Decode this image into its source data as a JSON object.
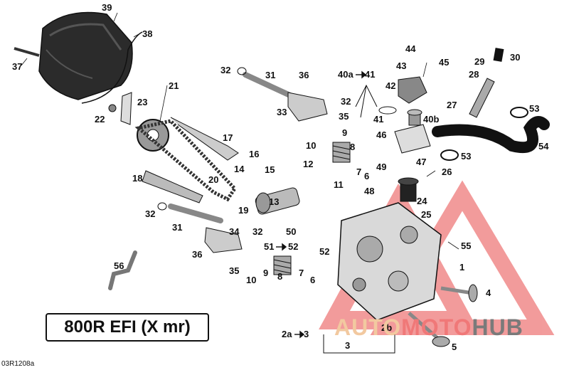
{
  "model_label": "800R EFI (X mr)",
  "diagram_code": "03R1208a",
  "watermark": {
    "part1": "AUTO",
    "part2": "MOTO",
    "part3": "HUB"
  },
  "callouts": [
    {
      "id": "39",
      "text": "39"
    },
    {
      "id": "38",
      "text": "38"
    },
    {
      "id": "37",
      "text": "37"
    },
    {
      "id": "23",
      "text": "23"
    },
    {
      "id": "22",
      "text": "22"
    },
    {
      "id": "21",
      "text": "21"
    },
    {
      "id": "32a",
      "text": "32"
    },
    {
      "id": "31a",
      "text": "31"
    },
    {
      "id": "36a",
      "text": "36"
    },
    {
      "id": "32b",
      "text": "32"
    },
    {
      "id": "33",
      "text": "33"
    },
    {
      "id": "35a",
      "text": "35"
    },
    {
      "id": "17",
      "text": "17"
    },
    {
      "id": "16",
      "text": "16"
    },
    {
      "id": "14",
      "text": "14"
    },
    {
      "id": "15",
      "text": "15"
    },
    {
      "id": "18",
      "text": "18"
    },
    {
      "id": "20",
      "text": "20"
    },
    {
      "id": "19",
      "text": "19"
    },
    {
      "id": "13",
      "text": "13"
    },
    {
      "id": "32c",
      "text": "32"
    },
    {
      "id": "31b",
      "text": "31"
    },
    {
      "id": "34",
      "text": "34"
    },
    {
      "id": "32d",
      "text": "32"
    },
    {
      "id": "36b",
      "text": "36"
    },
    {
      "id": "35b",
      "text": "35"
    },
    {
      "id": "56",
      "text": "56"
    },
    {
      "id": "9a",
      "text": "9"
    },
    {
      "id": "8a",
      "text": "8"
    },
    {
      "id": "10a",
      "text": "10"
    },
    {
      "id": "7a",
      "text": "7"
    },
    {
      "id": "6a",
      "text": "6"
    },
    {
      "id": "9b",
      "text": "9"
    },
    {
      "id": "8b",
      "text": "8"
    },
    {
      "id": "10b",
      "text": "10"
    },
    {
      "id": "7b",
      "text": "7"
    },
    {
      "id": "6b",
      "text": "6"
    },
    {
      "id": "12",
      "text": "12"
    },
    {
      "id": "11",
      "text": "11"
    },
    {
      "id": "50",
      "text": "50"
    },
    {
      "id": "51",
      "text": "51"
    },
    {
      "id": "52a",
      "text": "52"
    },
    {
      "id": "52b",
      "text": "52"
    },
    {
      "id": "44",
      "text": "44"
    },
    {
      "id": "43",
      "text": "43"
    },
    {
      "id": "45",
      "text": "45"
    },
    {
      "id": "40a",
      "text": "40a"
    },
    {
      "id": "41a",
      "text": "41"
    },
    {
      "id": "42",
      "text": "42"
    },
    {
      "id": "41b",
      "text": "41"
    },
    {
      "id": "40b",
      "text": "40b"
    },
    {
      "id": "46",
      "text": "46"
    },
    {
      "id": "47",
      "text": "47"
    },
    {
      "id": "49",
      "text": "49"
    },
    {
      "id": "48",
      "text": "48"
    },
    {
      "id": "30",
      "text": "30"
    },
    {
      "id": "29",
      "text": "29"
    },
    {
      "id": "28",
      "text": "28"
    },
    {
      "id": "27",
      "text": "27"
    },
    {
      "id": "53a",
      "text": "53"
    },
    {
      "id": "54",
      "text": "54"
    },
    {
      "id": "53b",
      "text": "53"
    },
    {
      "id": "26",
      "text": "26"
    },
    {
      "id": "24",
      "text": "24"
    },
    {
      "id": "25",
      "text": "25"
    },
    {
      "id": "55",
      "text": "55"
    },
    {
      "id": "1",
      "text": "1"
    },
    {
      "id": "4",
      "text": "4"
    },
    {
      "id": "2a",
      "text": "2a"
    },
    {
      "id": "3a",
      "text": "3"
    },
    {
      "id": "2b",
      "text": "2b"
    },
    {
      "id": "3b",
      "text": "3"
    },
    {
      "id": "5",
      "text": "5"
    }
  ]
}
